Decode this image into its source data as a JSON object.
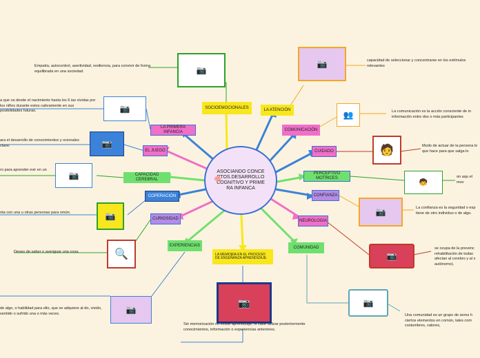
{
  "center": {
    "title": "ASOCIANDO CONCEPTOS.DESARROLLO COGNITIVO Y PRIMERA INFANCA"
  },
  "nodes": {
    "socioemocionales": "SOCIOEMOCIONALES",
    "atencion": "LA ATENCIÓN",
    "comunicacion": "COMUNICACIÓN",
    "cuidado": "CUIDADO",
    "perceptivo": "PERCEPTIVO MOTRICES",
    "confianza": "CONFIANZA",
    "neurologia": "NEUROLOGIA",
    "comunidad": "COMUNIDAD",
    "memoria": "LA MEMORIA EN EL PROCESO DE ENSEÑANZA APRENDIZAJE",
    "experiencias": "EXPERIENCIAS",
    "curiosidad": "CURIOSIDAD",
    "coperacion": "COPERACIÓN",
    "capacidad": "CAPACIDAD CEREBRAL",
    "eljuego": "EL JUEGO",
    "primerainfancia": "LA PRIMERA INFANCIA"
  },
  "notes": {
    "socioemocionales": "Empatía, autocontrol, asertividad, resiliencia, para convivir de forma equilibrada en una sociedad.",
    "atencion": "capacidad de seleccionar y concentrarse en los estímulos relevantes",
    "comunicacion": "La comunicación es la acción consciente de in información entre dos o más participantes",
    "cuidado": "Modo de actuar de la persona lo que hace para que salga lo",
    "perceptivo": "on aqu el mov",
    "confianza": "La confianza es la seguridad o esp tiene de otro individuo o de algo.",
    "neurologia": "se ocupa de la prevenc rehabilitación de todas afectan al cerebro y al s autónomo).",
    "comunidad": "Una comunidad es un grupo de seres h ciertos elementos en común, tales com costumbres, valores,",
    "memoria": "Sin memorización no existe aprendizaje, ni cabe utilizar posteriormente conocimientos, información o experiencias anteriores.",
    "experiencias": "de algo, o habilidad para ello, que se adquiere al do, vivido, sentido o sufrido una o más veces.",
    "curiosidad": "Deseo de saber o averiguar una cosa.",
    "coperacion": "nta con una u otras personas para omún.",
    "capacidad": "ro para aprender evir en un",
    "eljuego": "ara el desarrollo de conocimientos y ocionales clave.",
    "primerainfancia": "a que va desde el nacimiento hasta los 6 ias vividas por los niños durante estos cativamente en sus posibilidades futuras."
  },
  "colors": {
    "yellow": "#f8e71c",
    "pink": "#f06fc8",
    "blue": "#3b82d8",
    "green": "#6fe06f",
    "purple": "#b48ce6",
    "lavender": "#e6c7ef",
    "orange": "#f5a623",
    "red": "#c0392b",
    "teal": "#5fa3b8",
    "bg": "#fbf3df"
  },
  "icons": [
    "camera-icon",
    "brain-icon",
    "child-icon",
    "tutor-icon",
    "people-icon",
    "magnifier-icon"
  ]
}
